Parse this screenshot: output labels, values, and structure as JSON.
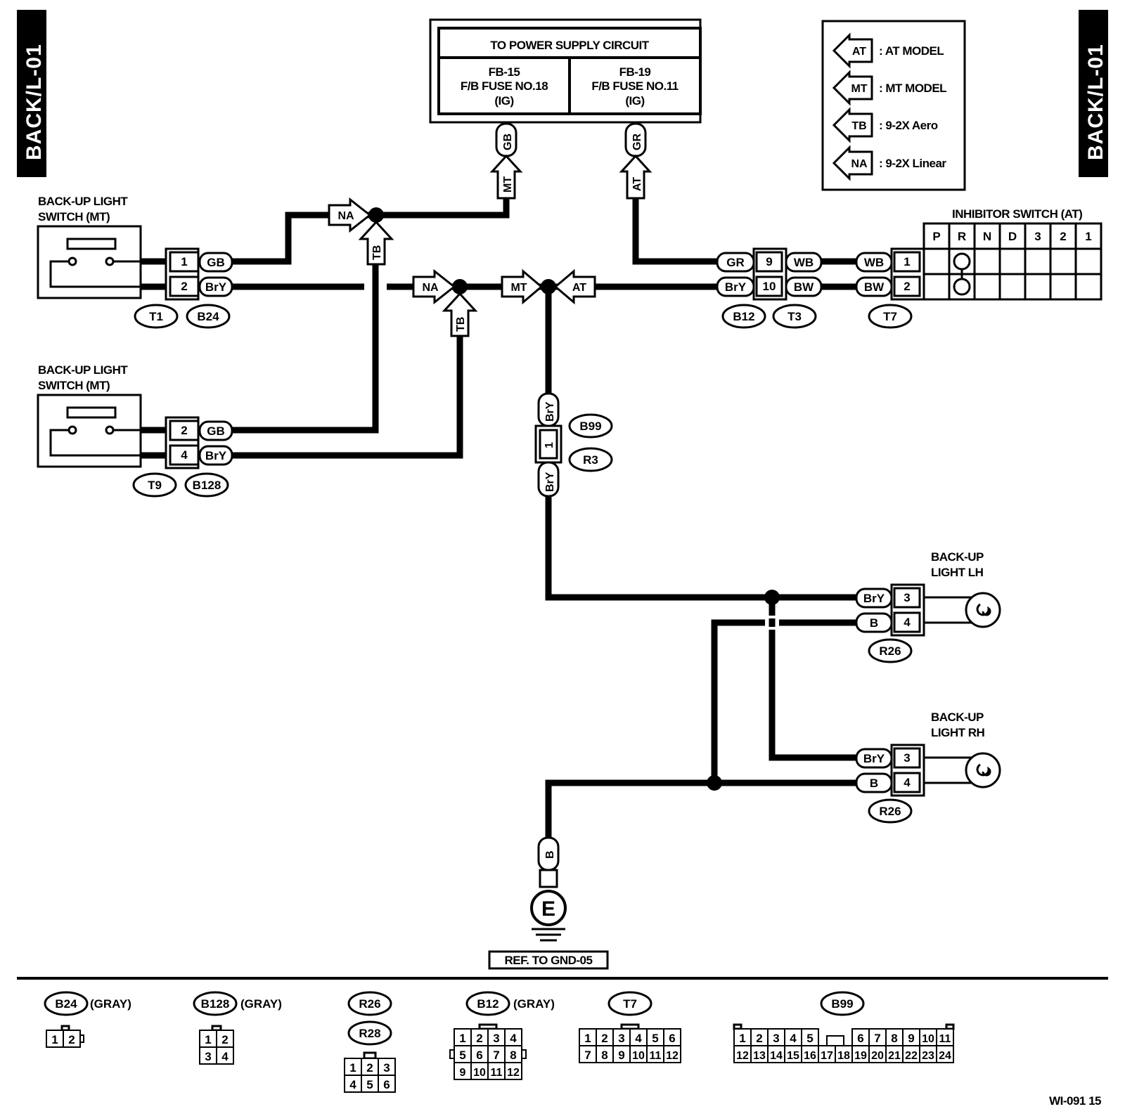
{
  "page_code": "BACK/L-01",
  "figure_id": "WI-091 15",
  "power_supply": {
    "title": "TO POWER SUPPLY CIRCUIT",
    "left": {
      "code": "FB-15",
      "fuse": "F/B FUSE NO.18",
      "mode": "(IG)"
    },
    "right": {
      "code": "FB-19",
      "fuse": "F/B FUSE NO.11",
      "mode": "(IG)"
    }
  },
  "legend": [
    {
      "tag": "AT",
      "text": ": AT MODEL"
    },
    {
      "tag": "MT",
      "text": ": MT MODEL"
    },
    {
      "tag": "TB",
      "text": ": 9-2X Aero"
    },
    {
      "tag": "NA",
      "text": ": 9-2X Linear"
    }
  ],
  "switches": [
    {
      "title1": "BACK-UP LIGHT",
      "title2": "SWITCH (MT)",
      "pins": [
        "1",
        "2"
      ],
      "wires": [
        "GB",
        "BrY"
      ],
      "conn": [
        "T1",
        "B24"
      ]
    },
    {
      "title1": "BACK-UP LIGHT",
      "title2": "SWITCH (MT)",
      "pins": [
        "2",
        "4"
      ],
      "wires": [
        "GB",
        "BrY"
      ],
      "conn": [
        "T9",
        "B128"
      ]
    }
  ],
  "inhibitor": {
    "title": "INHIBITOR SWITCH (AT)",
    "positions": [
      "P",
      "R",
      "N",
      "D",
      "3",
      "2",
      "1"
    ],
    "pins": [
      "1",
      "2"
    ],
    "wires": [
      "WB",
      "BW"
    ],
    "conn": "T7"
  },
  "b12_joint": {
    "left_wires": [
      "GR",
      "BrY"
    ],
    "pins": [
      "9",
      "10"
    ],
    "right_wires": [
      "WB",
      "BW"
    ],
    "conn": [
      "B12",
      "T3"
    ]
  },
  "supply_wires": {
    "left": "GB",
    "right": "GR",
    "left_tag": "MT",
    "right_tag": "AT"
  },
  "tags": {
    "na": "NA",
    "tb": "TB",
    "mt": "MT",
    "at": "AT"
  },
  "mid_joint": {
    "top_wire": "BrY",
    "pin": "1",
    "bottom_wire": "BrY",
    "conn": [
      "B99",
      "R3"
    ]
  },
  "lights": [
    {
      "title1": "BACK-UP",
      "title2": "LIGHT LH",
      "pins": [
        "3",
        "4"
      ],
      "wires": [
        "BrY",
        "B"
      ],
      "conn": "R26"
    },
    {
      "title1": "BACK-UP",
      "title2": "LIGHT RH",
      "pins": [
        "3",
        "4"
      ],
      "wires": [
        "BrY",
        "B"
      ],
      "conn": "R26"
    }
  ],
  "ground": {
    "wire": "B",
    "symbol": "E",
    "ref": "REF. TO GND-05"
  },
  "connectors": {
    "b24": {
      "name": "B24",
      "color": "(GRAY)",
      "pins": [
        "1",
        "2"
      ]
    },
    "b128": {
      "name": "B128",
      "color": "(GRAY)",
      "pins": [
        "1",
        "2",
        "3",
        "4"
      ]
    },
    "r26": {
      "name": "R26",
      "name2": "R28",
      "pins": [
        "1",
        "2",
        "3",
        "4",
        "5",
        "6"
      ]
    },
    "b12": {
      "name": "B12",
      "color": "(GRAY)",
      "pins": [
        "1",
        "2",
        "3",
        "4",
        "5",
        "6",
        "7",
        "8",
        "9",
        "10",
        "11",
        "12"
      ]
    },
    "t7": {
      "name": "T7",
      "pins": [
        "1",
        "2",
        "3",
        "4",
        "5",
        "6",
        "7",
        "8",
        "9",
        "10",
        "11",
        "12"
      ]
    },
    "b99": {
      "name": "B99",
      "pins": [
        "1",
        "2",
        "3",
        "4",
        "5",
        "6",
        "7",
        "8",
        "9",
        "10",
        "11",
        "12",
        "13",
        "14",
        "15",
        "16",
        "17",
        "18",
        "19",
        "20",
        "21",
        "22",
        "23",
        "24"
      ]
    }
  }
}
